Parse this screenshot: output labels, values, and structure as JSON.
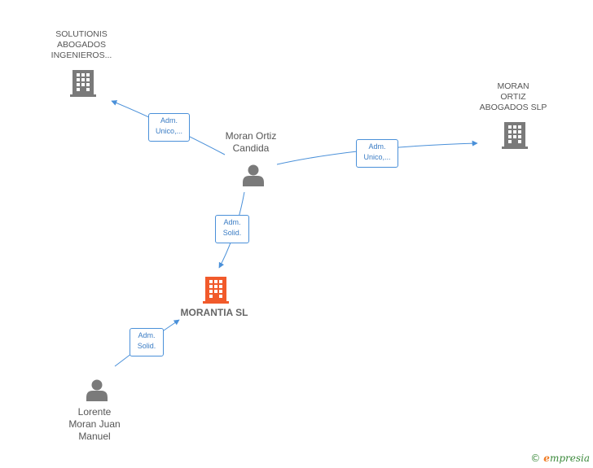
{
  "colors": {
    "edge": "#4a90d9",
    "node_gray": "#7a7a7a",
    "company_main": "#f15a2b",
    "brand_green": "#3c8a3c",
    "brand_orange": "#f07b24"
  },
  "nodes": {
    "solutionis": {
      "label": "SOLUTIONIS\nABOGADOS\nINGENIEROS...",
      "icon": "building-icon"
    },
    "moran_ortiz_abogados": {
      "label": "MORAN\nORTIZ\nABOGADOS  SLP",
      "icon": "building-icon"
    },
    "moran_ortiz_candida": {
      "label": "Moran Ortiz\nCandida",
      "icon": "person-icon"
    },
    "morantia": {
      "label": "MORANTIA  SL",
      "icon": "building-icon"
    },
    "lorente": {
      "label": "Lorente\nMoran Juan\nManuel",
      "icon": "person-icon"
    }
  },
  "edges": {
    "candida_to_solutionis": {
      "line1": "Adm.",
      "line2": "Unico,..."
    },
    "candida_to_moran_abogados": {
      "line1": "Adm.",
      "line2": "Unico,..."
    },
    "candida_to_morantia": {
      "line1": "Adm.",
      "line2": "Solid."
    },
    "lorente_to_morantia": {
      "line1": "Adm.",
      "line2": "Solid."
    }
  },
  "watermark": {
    "copyright": "©",
    "brand_initial": "e",
    "brand_rest": "mpresia"
  }
}
